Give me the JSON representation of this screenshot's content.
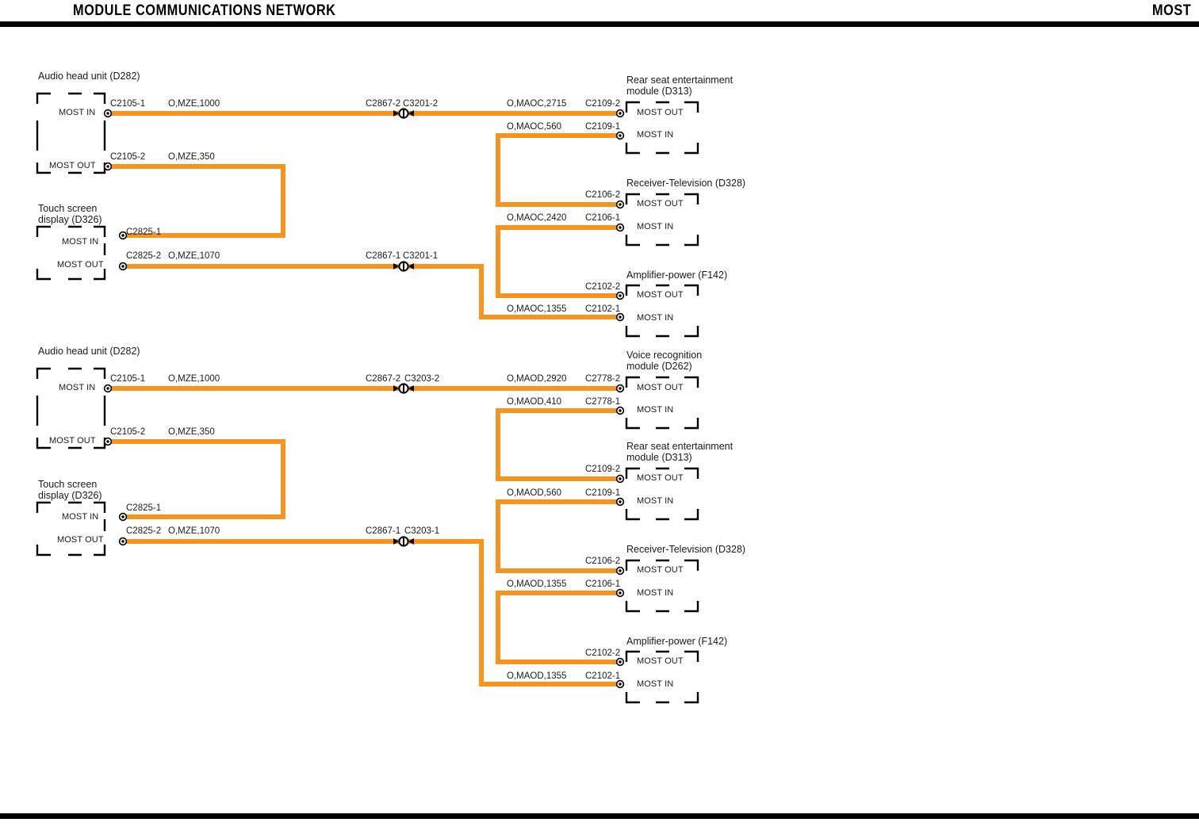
{
  "header": {
    "title": "MODULE COMMUNICATIONS NETWORK",
    "right_label": "MOST"
  },
  "colors": {
    "wire_orange": "#F7941E",
    "ink_black": "#000000",
    "page_white": "#FFFFFF"
  },
  "ports": {
    "most_in": "MOST IN",
    "most_out": "MOST OUT"
  },
  "diagram": {
    "sections": [
      {
        "id": "ring-c",
        "modules": [
          {
            "id": "d282-top",
            "name": "Audio head unit (D282)"
          },
          {
            "id": "d326-top",
            "name": "Touch screen\ndisplay (D326)"
          },
          {
            "id": "d313-top",
            "name": "Rear seat entertainment\nmodule (D313)"
          },
          {
            "id": "d328-top",
            "name": "Receiver-Television (D328)"
          },
          {
            "id": "f142-top",
            "name": "Amplifier-power (F142)"
          }
        ],
        "wires": [
          {
            "id": "w1",
            "connector": "C2105-1",
            "circuit": "O,MZE,1000"
          },
          {
            "id": "w2",
            "connector": "C2105-2",
            "circuit": "O,MZE,350"
          },
          {
            "id": "w3",
            "connector": "C2825-1",
            "circuit": ""
          },
          {
            "id": "w4",
            "connector": "C2825-2",
            "circuit": "O,MZE,1070"
          },
          {
            "id": "w5",
            "connector": "C2109-2",
            "circuit": "O,MAOC,2715"
          },
          {
            "id": "w6",
            "connector": "C2109-1",
            "circuit": "O,MAOC,560"
          },
          {
            "id": "w7",
            "connector": "C2106-2",
            "circuit": ""
          },
          {
            "id": "w8",
            "connector": "C2106-1",
            "circuit": "O,MAOC,2420"
          },
          {
            "id": "w9",
            "connector": "C2102-2",
            "circuit": ""
          },
          {
            "id": "w10",
            "connector": "C2102-1",
            "circuit": "O,MAOC,1355"
          }
        ],
        "inline_connectors": [
          {
            "id": "ic1",
            "left": "C2867-2",
            "right": "C3201-2"
          },
          {
            "id": "ic2",
            "left": "C2867-1",
            "right": "C3201-1"
          }
        ]
      },
      {
        "id": "ring-d",
        "modules": [
          {
            "id": "d282-bot",
            "name": "Audio head unit (D282)"
          },
          {
            "id": "d326-bot",
            "name": "Touch screen\ndisplay (D326)"
          },
          {
            "id": "d262-bot",
            "name": "Voice recognition\nmodule (D262)"
          },
          {
            "id": "d313-bot",
            "name": "Rear seat entertainment\nmodule (D313)"
          },
          {
            "id": "d328-bot",
            "name": "Receiver-Television (D328)"
          },
          {
            "id": "f142-bot",
            "name": "Amplifier-power (F142)"
          }
        ],
        "wires": [
          {
            "id": "b1",
            "connector": "C2105-1",
            "circuit": "O,MZE,1000"
          },
          {
            "id": "b2",
            "connector": "C2105-2",
            "circuit": "O,MZE,350"
          },
          {
            "id": "b3",
            "connector": "C2825-1",
            "circuit": ""
          },
          {
            "id": "b4",
            "connector": "C2825-2",
            "circuit": "O,MZE,1070"
          },
          {
            "id": "b5",
            "connector": "C2778-2",
            "circuit": "O,MAOD,2920"
          },
          {
            "id": "b6",
            "connector": "C2778-1",
            "circuit": "O,MAOD,410"
          },
          {
            "id": "b7",
            "connector": "C2109-2",
            "circuit": ""
          },
          {
            "id": "b8",
            "connector": "C2109-1",
            "circuit": "O,MAOD,560"
          },
          {
            "id": "b9",
            "connector": "C2106-2",
            "circuit": ""
          },
          {
            "id": "b10",
            "connector": "C2106-1",
            "circuit": "O,MAOD,1355"
          },
          {
            "id": "b11",
            "connector": "C2102-2",
            "circuit": ""
          },
          {
            "id": "b12",
            "connector": "C2102-1",
            "circuit": "O,MAOD,1355"
          }
        ],
        "inline_connectors": [
          {
            "id": "ic3",
            "left": "C2867-2",
            "right": "C3203-2"
          },
          {
            "id": "ic4",
            "left": "C2867-1",
            "right": "C3203-1"
          }
        ]
      }
    ]
  }
}
